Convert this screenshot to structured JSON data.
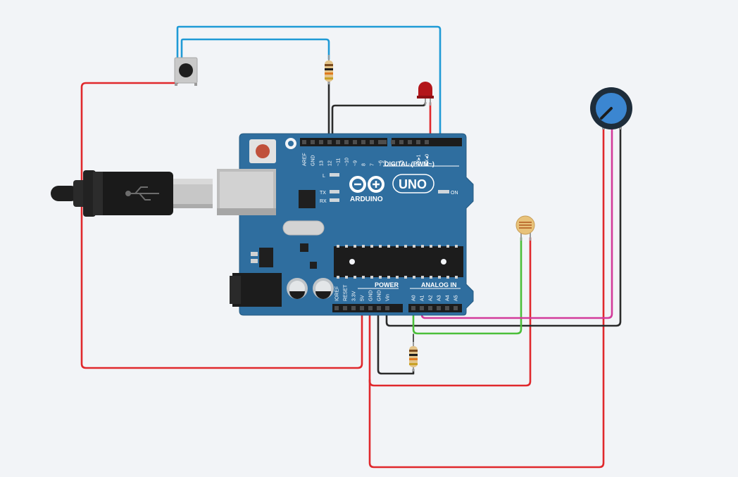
{
  "board": {
    "brand": "ARDUINO",
    "model": "UNO",
    "digital_header": "DIGITAL (PWM~)",
    "power_header": "POWER",
    "analog_header": "ANALOG IN",
    "on_label": "ON",
    "led_l": "L",
    "led_tx": "TX",
    "led_rx": "RX",
    "digital_pins": [
      "AREF",
      "GND",
      "13",
      "12",
      "~11",
      "~10",
      "~9",
      "8",
      "7",
      "~6",
      "~5",
      "4",
      "~3",
      "2",
      "TX▸1",
      "RX◂0"
    ],
    "power_pins": [
      "IOREF",
      "RESET",
      "3.3V",
      "5V",
      "GND",
      "GND",
      "Vin"
    ],
    "analog_pins": [
      "A0",
      "A1",
      "A2",
      "A3",
      "A4",
      "A5"
    ],
    "board_color": "#2f6e9f"
  },
  "components": [
    "usb-cable",
    "pushbutton",
    "resistor",
    "red-led",
    "potentiometer",
    "photoresistor",
    "resistor"
  ],
  "wire_colors": {
    "red": "#e0282c",
    "blue": "#1f9ad6",
    "black": "#2b2b2b",
    "green": "#4bbf3a",
    "magenta": "#d23a9a"
  }
}
